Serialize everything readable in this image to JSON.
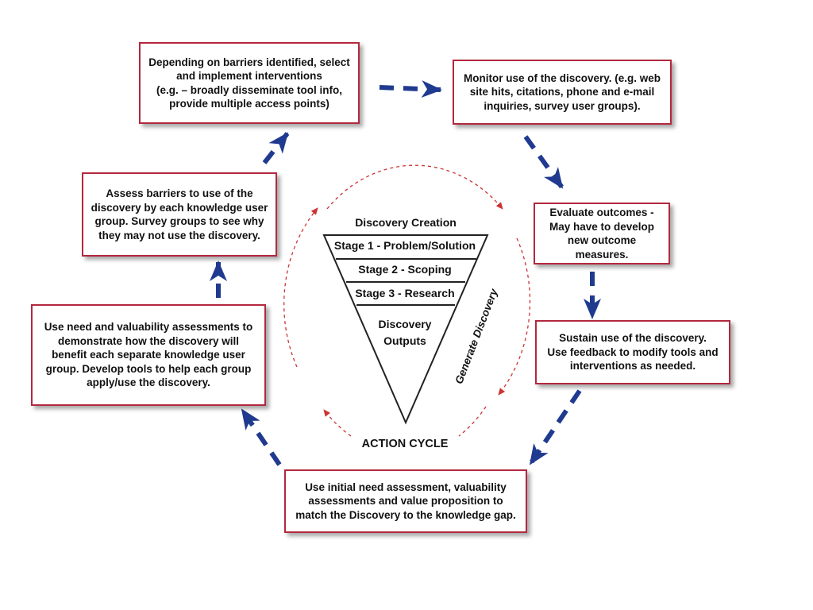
{
  "colors": {
    "box_border": "#b3283e",
    "arrow": "#1f3a8f",
    "action_cycle_dash": "#cc3333",
    "funnel_stroke": "#222222"
  },
  "boxes": {
    "interventions": "Depending on barriers identified, select\nand implement interventions\n(e.g. – broadly disseminate tool info,\nprovide multiple access points)",
    "monitor": "Monitor use of the discovery. (e.g. web\nsite hits, citations, phone and e-mail\ninquiries, survey user groups).",
    "barriers": "Assess barriers to use of the\ndiscovery by each knowledge user\ngroup. Survey groups to see why\nthey may not use the discovery.",
    "evaluate": "Evaluate outcomes -\nMay have to develop\nnew outcome measures.",
    "need_value": "Use need and valuability assessments to\ndemonstrate how the discovery will\nbenefit each separate knowledge user\ngroup. Develop tools to help each group\napply/use the discovery.",
    "sustain": "Sustain use of the discovery.\nUse feedback to modify tools and\ninterventions as needed.",
    "match": "Use initial need assessment, valuability\nassessments and value proposition to\nmatch the Discovery to the knowledge gap."
  },
  "funnel": {
    "title": "Discovery Creation",
    "stage1": "Stage 1 - Problem/Solution",
    "stage2": "Stage 2 - Scoping",
    "stage3": "Stage 3 - Research",
    "outputs": "Discovery\nOutputs",
    "side_label": "Generate Discovery"
  },
  "cycle_label": "ACTION CYCLE"
}
